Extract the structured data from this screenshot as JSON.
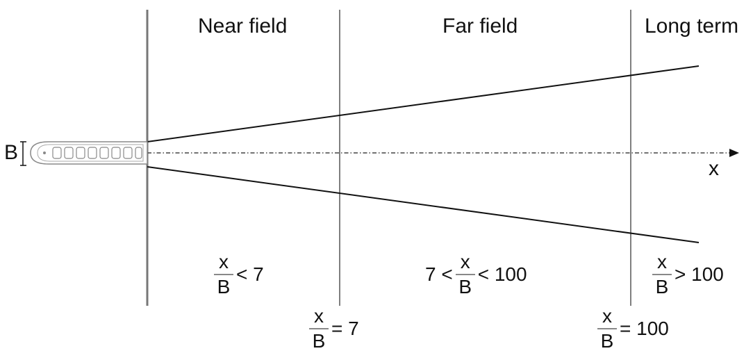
{
  "zones": {
    "near": "Near field",
    "far": "Far field",
    "long": "Long term"
  },
  "axis_label": "x",
  "ship_label": "B",
  "conditions": {
    "near": {
      "pre": "",
      "num": "x",
      "den": "B",
      "post": "< 7"
    },
    "far": {
      "pre": "7 <",
      "num": "x",
      "den": "B",
      "post": "< 100"
    },
    "long": {
      "pre": "",
      "num": "x",
      "den": "B",
      "post": "> 100"
    }
  },
  "boundaries": {
    "first": {
      "pre": "",
      "num": "x",
      "den": "B",
      "post": "= 7"
    },
    "second": {
      "pre": "",
      "num": "x",
      "den": "B",
      "post": "= 100"
    }
  },
  "colors": {
    "line": "#111111",
    "divider": "#555555",
    "ship": "#888888"
  }
}
